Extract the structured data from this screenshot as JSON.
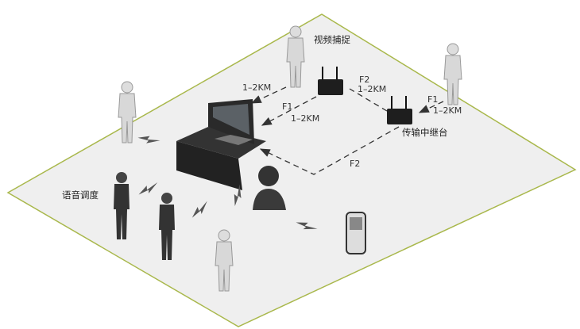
{
  "labels": {
    "video_capture": "视频捕捉",
    "relay_station": "传输中继台",
    "voice_dispatch": "语音调度"
  },
  "links": {
    "capture_to_terminal_range": "1–2KM",
    "relay1_to_terminal_freq": "F1",
    "relay1_to_terminal_range": "1–2KM",
    "relay2_to_relay1_freq": "F2",
    "relay2_to_relay1_range": "1–2KM",
    "capture2_to_relay2_freq": "F1",
    "capture2_to_relay2_range": "1–2KM",
    "relay2_to_terminal_freq": "F2"
  },
  "colors": {
    "ground_fill": "#efefef",
    "ground_border": "#a9b84c",
    "device": "#222222",
    "figure": "#d6d6d6",
    "lightning": "#555555"
  }
}
